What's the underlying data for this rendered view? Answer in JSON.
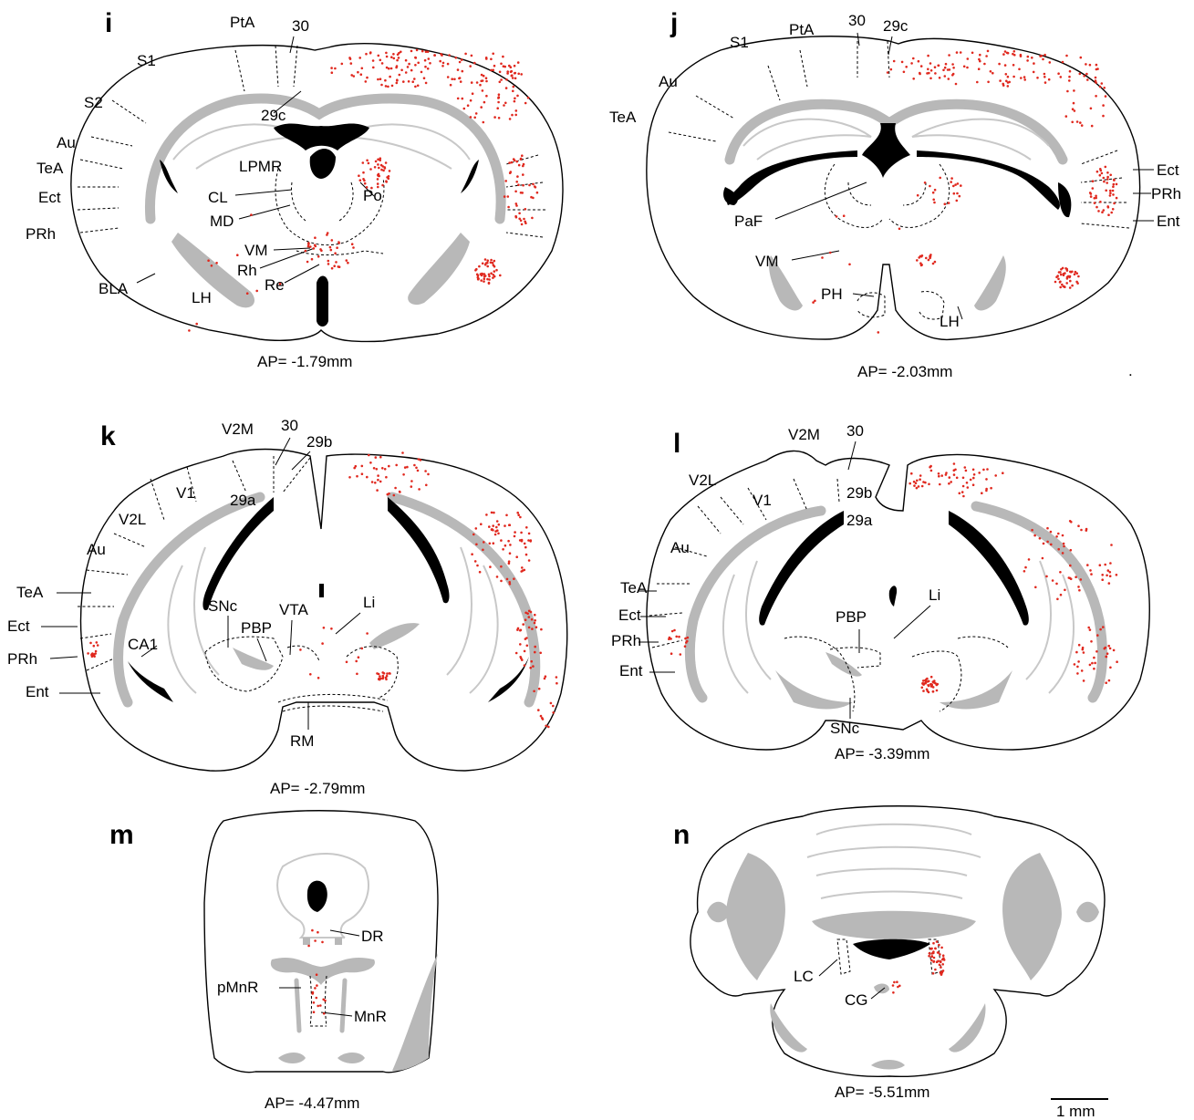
{
  "colors": {
    "cell": "#e0281e",
    "white_matter": "#b8b8b8",
    "ventricle": "#000000"
  },
  "panels": [
    {
      "id": "i",
      "ap": "AP= -1.79mm",
      "regions": [
        "PtA",
        "30",
        "S1",
        "29c",
        "S2",
        "Au",
        "TeA",
        "Ect",
        "PRh",
        "LPMR",
        "CL",
        "MD",
        "Po",
        "VM",
        "Rh",
        "Re",
        "BLA",
        "LH"
      ]
    },
    {
      "id": "j",
      "ap": "AP= -2.03mm",
      "regions": [
        "30",
        "29c",
        "PtA",
        "S1",
        "Au",
        "TeA",
        "Ect",
        "PRh",
        "Ent",
        "PaF",
        "VM",
        "PH",
        "LH"
      ]
    },
    {
      "id": "k",
      "ap": "AP= -2.79mm",
      "regions": [
        "V2M",
        "30",
        "29b",
        "V1",
        "29a",
        "V2L",
        "Au",
        "TeA",
        "Ect",
        "PRh",
        "Ent",
        "CA1",
        "SNc",
        "PBP",
        "VTA",
        "Li",
        "RM"
      ]
    },
    {
      "id": "l",
      "ap": "AP= -3.39mm",
      "regions": [
        "V2M",
        "30",
        "V2L",
        "V1",
        "29b",
        "29a",
        "Au",
        "TeA",
        "Ect",
        "PRh",
        "Ent",
        "Li",
        "PBP",
        "SNc"
      ]
    },
    {
      "id": "m",
      "ap": "AP= -4.47mm",
      "regions": [
        "DR",
        "pMnR",
        "MnR"
      ]
    },
    {
      "id": "n",
      "ap": "AP= -5.51mm",
      "regions": [
        "LC",
        "CG"
      ]
    }
  ],
  "scalebar": {
    "label": "1 mm"
  },
  "dot_mark": "."
}
